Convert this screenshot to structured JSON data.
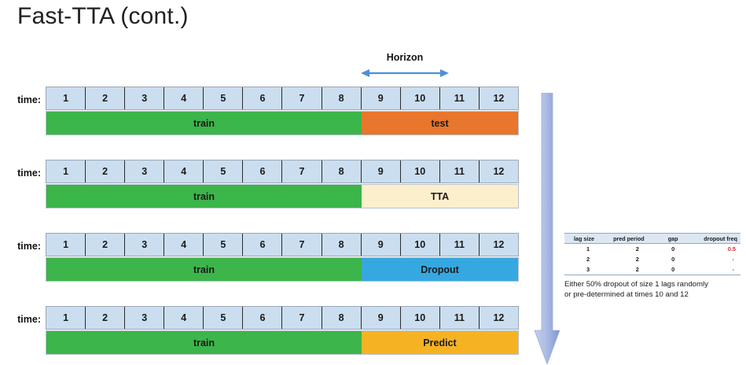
{
  "slide": {
    "title": "Fast-TTA (cont.)"
  },
  "horizon": {
    "label": "Horizon",
    "arrow_icon": "double-headed-horizontal-arrow-icon",
    "color": "#4a90d9"
  },
  "timeline": {
    "time_label": "time:",
    "ticks": [
      "1",
      "2",
      "3",
      "4",
      "5",
      "6",
      "7",
      "8",
      "9",
      "10",
      "11",
      "12"
    ],
    "cell_fill": "#cbdef0",
    "rows": [
      {
        "id": "row-test",
        "left_band": {
          "label": "train",
          "color": "#3cb54a"
        },
        "right_band": {
          "label": "test",
          "color": "#e8762c",
          "text_color": "#1a1a1a"
        }
      },
      {
        "id": "row-tta",
        "left_band": {
          "label": "train",
          "color": "#3cb54a"
        },
        "right_band": {
          "label": "TTA",
          "color": "#fcefcb",
          "text_color": "#1a1a1a"
        }
      },
      {
        "id": "row-dropout",
        "left_band": {
          "label": "train",
          "color": "#3cb54a"
        },
        "right_band": {
          "label": "Dropout",
          "color": "#35a8e0",
          "text_color": "#1a1a1a"
        }
      },
      {
        "id": "row-predict",
        "left_band": {
          "label": "train",
          "color": "#3cb54a"
        },
        "right_band": {
          "label": "Predict",
          "color": "#f5b324",
          "text_color": "#1a1a1a"
        }
      }
    ]
  },
  "flow_arrow": {
    "icon": "down-arrow-icon",
    "color_start": "#aebde6",
    "color_end": "#8095cd"
  },
  "side_panel": {
    "table": {
      "headers": [
        "lag size",
        "pred period",
        "gap",
        "dropout freq"
      ],
      "rows": [
        [
          "1",
          "2",
          "0",
          "0.5"
        ],
        [
          "2",
          "2",
          "0",
          "-"
        ],
        [
          "3",
          "2",
          "0",
          "-"
        ]
      ],
      "highlight_color": "#e8262c"
    },
    "caption_line1": "Either 50% dropout of size 1 lags randomly",
    "caption_line2": "or pre-determined at times 10 and 12"
  }
}
